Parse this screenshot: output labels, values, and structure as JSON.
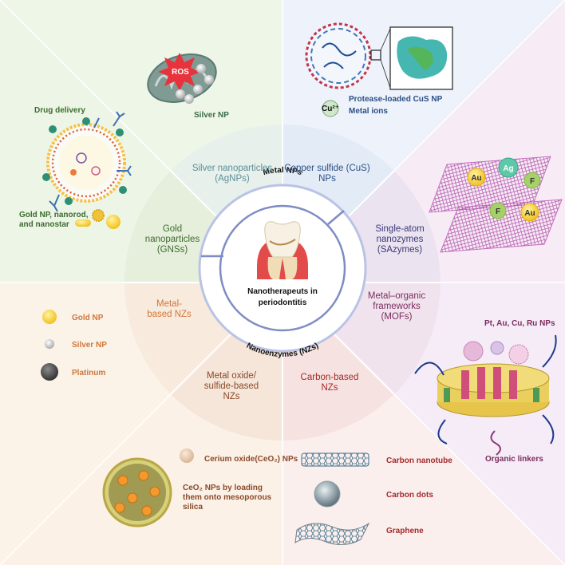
{
  "center": {
    "title_line1": "Nanotherapeuts in",
    "title_line2": "periodontitis",
    "arc_top": "Metal NPs",
    "arc_bottom": "Nanoenzymes (NZs)"
  },
  "segments": {
    "silver": [
      "Silver nanoparticles",
      "(AgNPs)"
    ],
    "copper": [
      "Copper sulfide (CuS)",
      "NPs"
    ],
    "gold": [
      "Gold",
      "nanoparticles",
      "(GNSs)"
    ],
    "single_atom": [
      "Single-atom",
      "nanozymes",
      "(SAzymes)"
    ],
    "metal_based": [
      "Metal-",
      "based NZs"
    ],
    "mof": [
      "Metal–organic",
      "frameworks",
      "(MOFs)"
    ],
    "oxide": [
      "Metal oxide/",
      "sulfide-based",
      "NZs"
    ],
    "carbon": [
      "Carbon-based",
      "NZs"
    ]
  },
  "labels": {
    "ros": "ROS",
    "silver_np": "Silver NP",
    "drug_delivery": "Drug delivery",
    "gold_variants": [
      "Gold NP, nanorod,",
      "and nanostar"
    ],
    "protease_cus": "Protease-loaded CuS NP",
    "cu_ion": "Cu²⁺",
    "metal_ions": "Metal ions",
    "au": "Au",
    "ag": "Ag",
    "f": "F",
    "legend_gold": "Gold NP",
    "legend_silver": "Silver NP",
    "legend_platinum": "Platinum",
    "pt_list": "Pt, Au, Cu, Ru NPs",
    "organic_linkers": "Organic linkers",
    "cerium": "Cerium oxide(CeO₂) NPs",
    "ceo2_loading": [
      "CeO₂ NPs by loading",
      "them onto mesoporous",
      "silica"
    ],
    "carbon_nanotube": "Carbon nanotube",
    "carbon_dots": "Carbon dots",
    "graphene": "Graphene"
  },
  "colors": {
    "silver_text": "#5b8f9b",
    "copper_text": "#2c4f86",
    "gold_text": "#3c6b2f",
    "sazyme_text": "#3a3a78",
    "metal_nz_text": "#d0773a",
    "mof_text": "#7a2d5f",
    "oxide_text": "#8a4a2a",
    "carbon_text": "#a32a2a",
    "ring": "#7f8cc4",
    "ring_dark": "#4f5ea3"
  }
}
